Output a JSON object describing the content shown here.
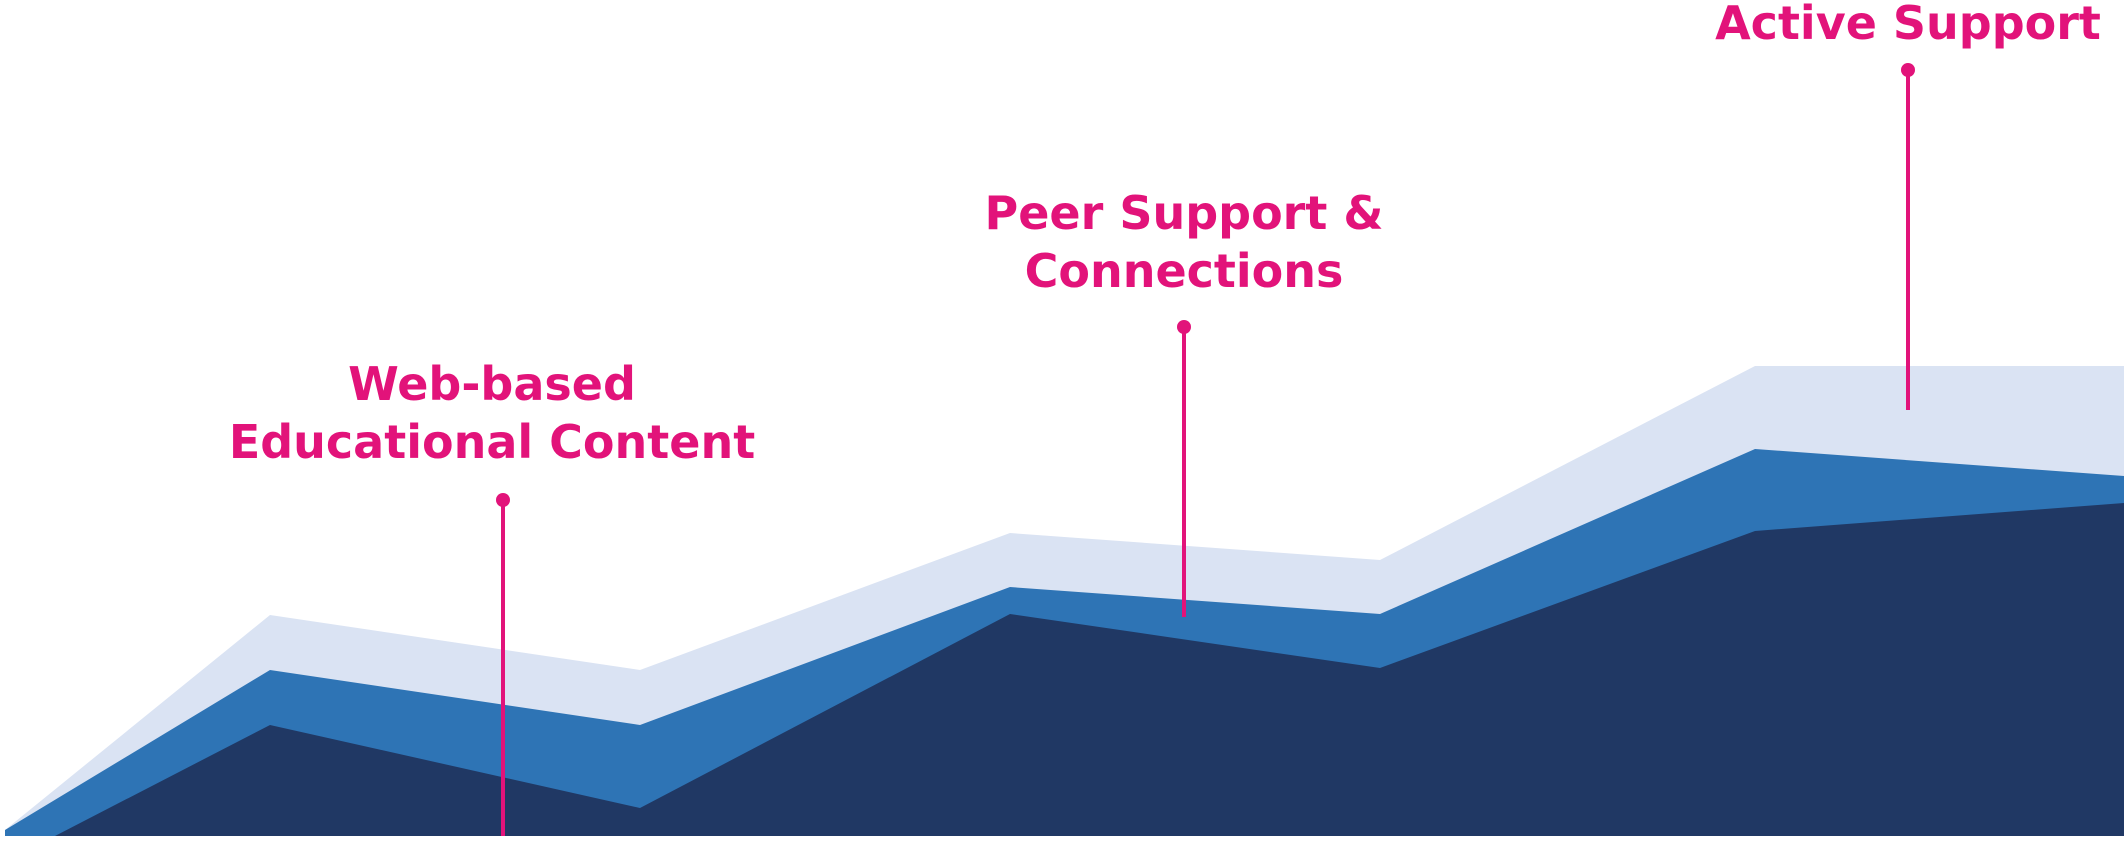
{
  "colors": {
    "background": "#ffffff",
    "accent": "#e2137a",
    "layer_light": "#dae3f3",
    "layer_mid": "#2e74b5",
    "layer_dark": "#203864"
  },
  "layers": [
    {
      "name": "light",
      "color": "#dae3f3"
    },
    {
      "name": "mid",
      "color": "#2e74b5"
    },
    {
      "name": "dark",
      "color": "#203864"
    }
  ],
  "callouts": [
    {
      "id": "web-based-educational-content",
      "lines": [
        "Web-based",
        "Educational Content"
      ]
    },
    {
      "id": "peer-support-connections",
      "lines": [
        "Peer Support &",
        "Connections"
      ]
    },
    {
      "id": "active-support",
      "lines": [
        "Active Support"
      ]
    }
  ]
}
